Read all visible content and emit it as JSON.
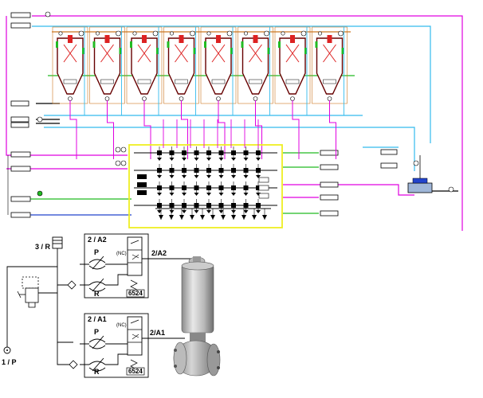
{
  "colors": {
    "process_line": "#e000e0",
    "water_line": "#33bbee",
    "air_line": "#000000",
    "green_line": "#22bb22",
    "blue_line": "#2244cc",
    "orange_line": "#cc7722",
    "manifold_frame": "#eeee22",
    "valve_red": "#dd2222",
    "tank_outline": "#660000"
  },
  "overview": {
    "tank_count": 8,
    "manifold_columns": 9,
    "manifold_rows": 4
  },
  "pneumatic": {
    "supply_port": "1 / P",
    "exhaust_port": "3 / R",
    "solenoid_a2": {
      "title": "2 / A2",
      "port_p": "P",
      "port_r": "R",
      "nc": "(NC)",
      "model": "6524",
      "output": "2/A2"
    },
    "solenoid_a1": {
      "title": "2 / A1",
      "port_p": "P",
      "port_r": "R",
      "nc": "(NC)",
      "model": "6524",
      "output": "2/A1"
    }
  }
}
